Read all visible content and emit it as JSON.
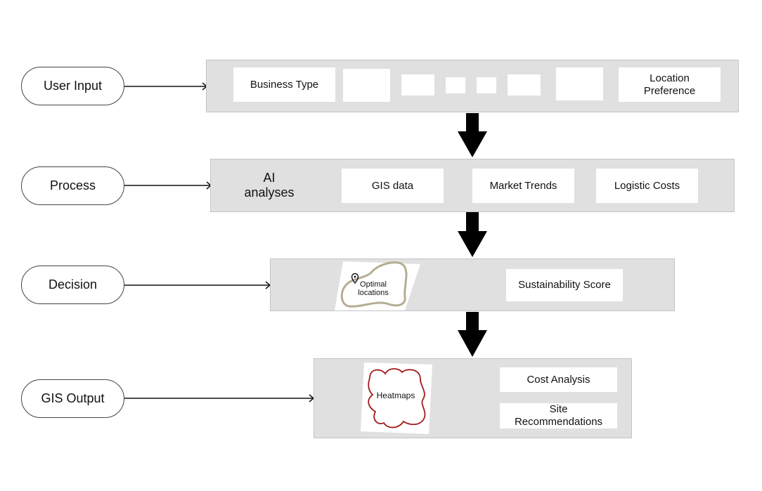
{
  "stages": [
    {
      "label": "User Input"
    },
    {
      "label": "Process"
    },
    {
      "label": "Decision"
    },
    {
      "label": "GIS Output"
    }
  ],
  "user_input": {
    "business_type": "Business Type",
    "location_preference": "Location Preference"
  },
  "process": {
    "heading": "AI analyses",
    "items": [
      "GIS data",
      "Market Trends",
      "Logistic Costs"
    ]
  },
  "decision": {
    "optimal_locations": "Optimal locations",
    "sustainability_score": "Sustainability Score",
    "pin_icon": "map-pin-icon",
    "outline_color": "#b5ad92"
  },
  "gis_output": {
    "heatmaps": "Heatmaps",
    "cost_analysis": "Cost Analysis",
    "site_recommendations": "Site Recommendations",
    "outline_color": "#a31a1a"
  }
}
